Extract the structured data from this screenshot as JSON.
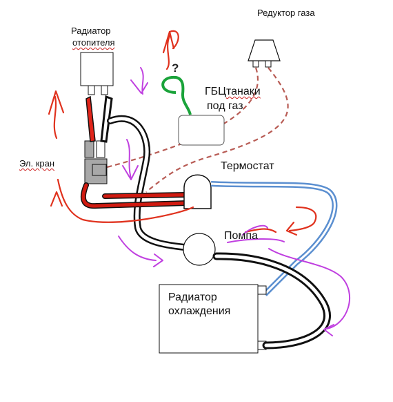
{
  "labels": {
    "heater_line1": "Радиатор",
    "heater_line2": "отопителя",
    "gas_reducer": "Редуктор газа",
    "head_line1": "ГБЦ",
    "head_line1b": "танаки",
    "head_line2": "под газ",
    "el_valve": "Эл. кран",
    "thermostat": "Термостат",
    "pump": "Помпа",
    "radiator_line1": "Радиатор",
    "radiator_line2": "охлаждения",
    "question": "?"
  },
  "colors": {
    "hot_coolant": "#cc1a0e",
    "flow_arrows": "#e0321e",
    "return_hoses": "#111111",
    "thermostat_line": "#5b8fd0",
    "gas_dashed": "#b85c55",
    "purple_arrows": "#c040e0",
    "green_hose": "#1aa33a",
    "valve_gray": "#a8a8a8"
  }
}
